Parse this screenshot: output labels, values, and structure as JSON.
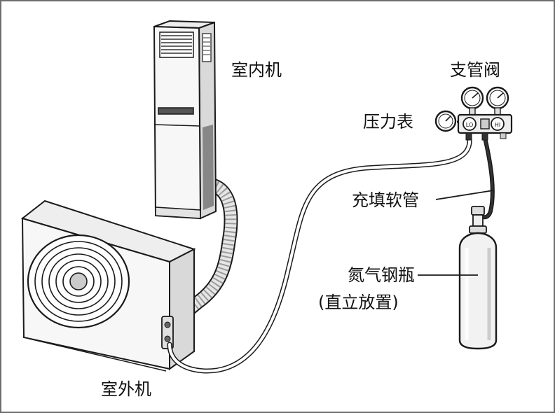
{
  "labels": {
    "indoor_unit": "室内机",
    "outdoor_unit": "室外机",
    "manifold_valve": "支管阀",
    "pressure_gauge": "压力表",
    "charging_hose": "充填软管",
    "nitrogen_cylinder_line1": "氮气钢瓶",
    "nitrogen_cylinder_line2": "(直立放置)",
    "gauge_lo": "LO",
    "gauge_hi": "HI"
  },
  "colors": {
    "outline": "#1a1a1a",
    "unit_fill": "#f7f7f7",
    "shadow_fill": "#d9d9d9",
    "pipe_fill": "#e6e6e6",
    "frame_border": "#6d6d6d"
  }
}
